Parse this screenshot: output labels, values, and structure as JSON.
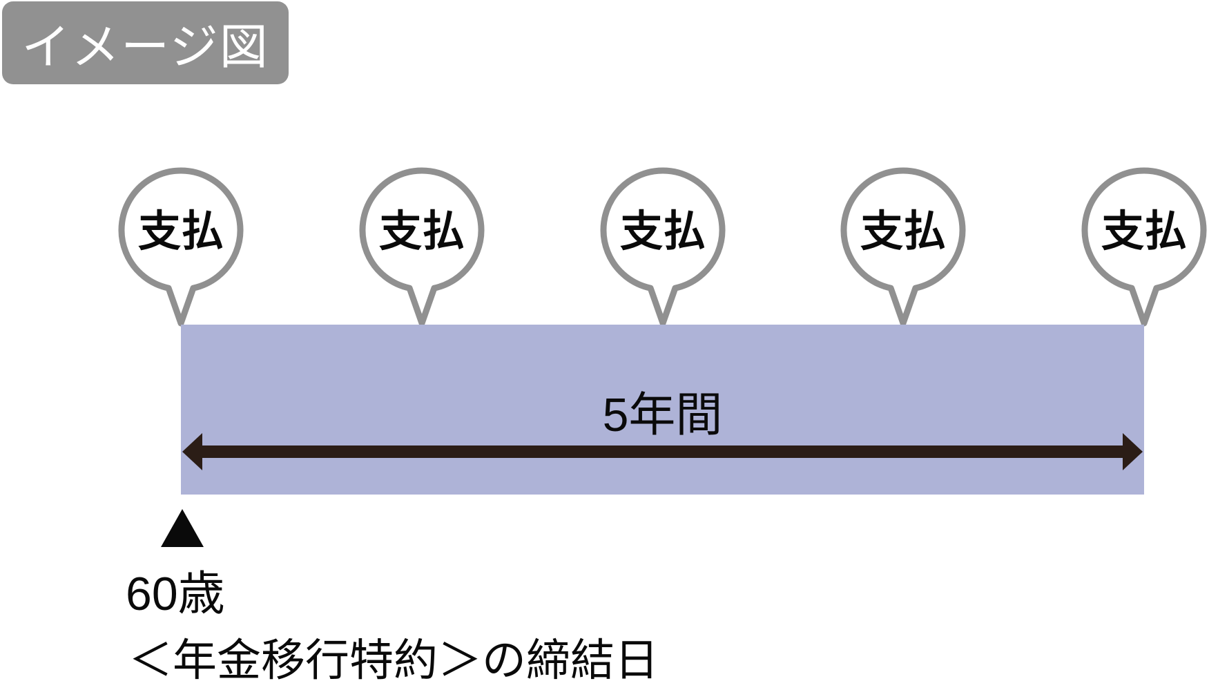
{
  "badge": {
    "label": "イメージ図"
  },
  "bubbles": [
    {
      "label": "支払"
    },
    {
      "label": "支払"
    },
    {
      "label": "支払"
    },
    {
      "label": "支払"
    },
    {
      "label": "支払"
    }
  ],
  "bar": {
    "label": "5年間"
  },
  "timeline": {
    "marker_label": "60歳",
    "caption": "＜年金移行特約＞の締結日"
  },
  "colors": {
    "badge_bg": "#919191",
    "badge_text": "#ffffff",
    "bar_fill": "#aeb3d7",
    "bubble_stroke": "#909090",
    "bubble_fill": "#ffffff",
    "arrow": "#2b1d16",
    "ink": "#0a0a0a"
  }
}
